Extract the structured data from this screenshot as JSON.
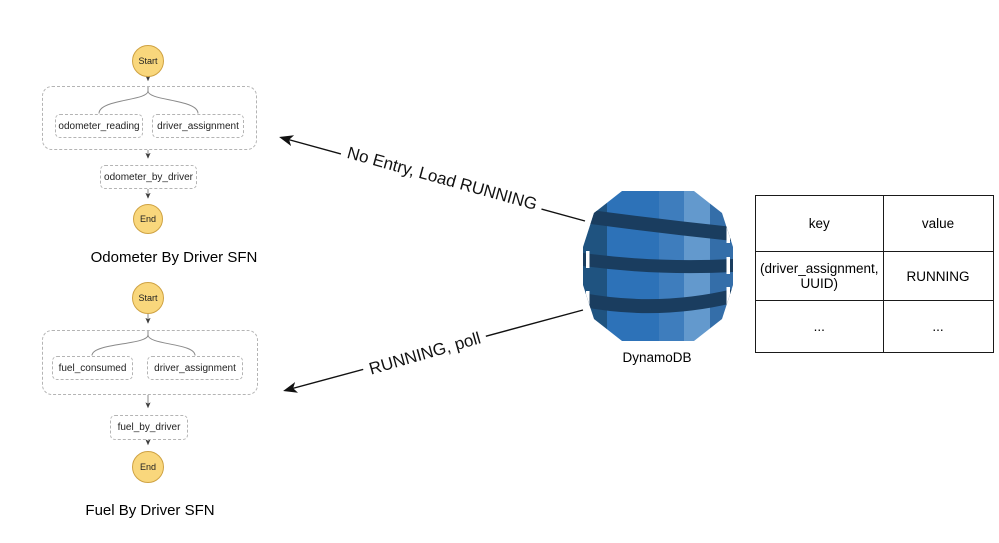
{
  "sfn1": {
    "title": "Odometer By Driver SFN",
    "start": "Start",
    "end": "End",
    "branch_left": "odometer_reading",
    "branch_right": "driver_assignment",
    "task": "odometer_by_driver"
  },
  "sfn2": {
    "title": "Fuel By Driver SFN",
    "start": "Start",
    "end": "End",
    "branch_left": "fuel_consumed",
    "branch_right": "driver_assignment",
    "task": "fuel_by_driver"
  },
  "database": {
    "label": "DynamoDB"
  },
  "edges": {
    "db_to_odometer": "No Entry, Load RUNNING",
    "db_to_fuel": "RUNNING, poll"
  },
  "table": {
    "headers": [
      "key",
      "value"
    ],
    "rows": [
      [
        "(driver_assignment, UUID)",
        "RUNNING"
      ],
      [
        "...",
        "..."
      ]
    ]
  },
  "colors": {
    "terminal_node_fill": "#F9D77C",
    "terminal_node_border": "#CFA242",
    "dashed_border": "#B4B4B4",
    "connector_gray": "#8A8A8A",
    "arrow_black": "#111111",
    "db_band_navy": "#1A3D5F",
    "db_blue_dark": "#1F5380",
    "db_blue_main": "#2D72B8",
    "db_blue_mid": "#3E7DBD",
    "db_blue_light": "#6399CD",
    "db_blue_edge": "#346EA9"
  }
}
